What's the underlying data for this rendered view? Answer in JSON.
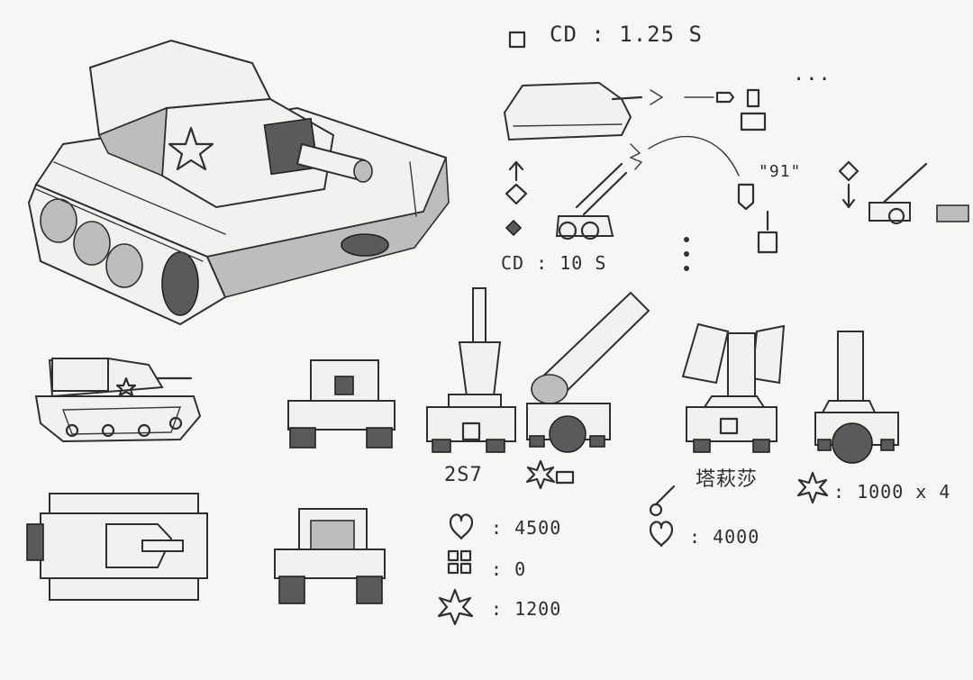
{
  "sheet": {
    "tank_cd": "CD : 1.25 S",
    "skill_cd": "CD : 10 S",
    "skill_target_count": "\"91\"",
    "dots": "...",
    "unit_257_label": "2S7",
    "unit_tarasa_label": "塔萩莎",
    "stats_257": {
      "hp": ": 4500",
      "armor": ": 0",
      "attack": ": 1200"
    },
    "stats_tarasa": {
      "hp": ": 4000",
      "attack": ": 1000 x 4"
    }
  }
}
